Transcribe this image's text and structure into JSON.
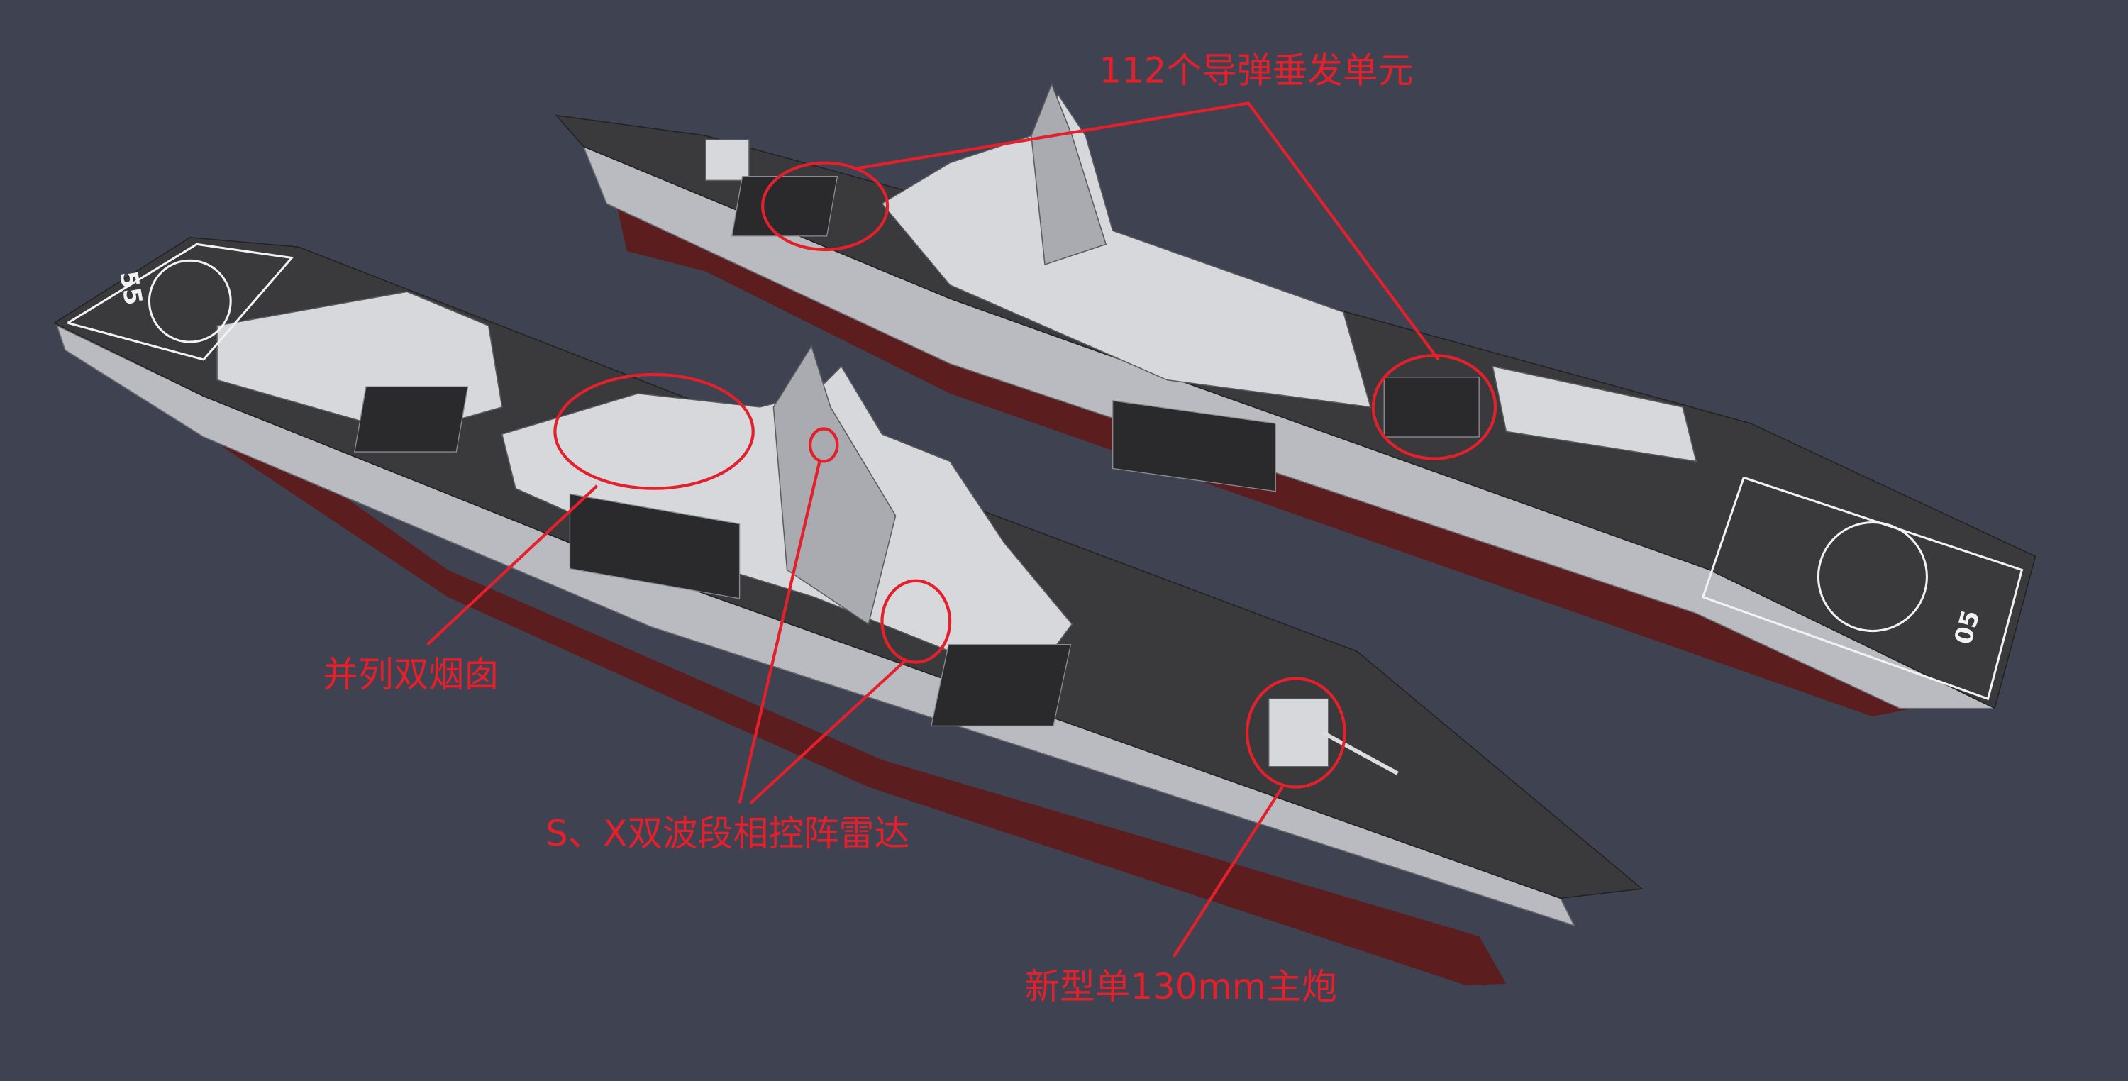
{
  "colors": {
    "background": "#3f4250",
    "annotation": "#e3202b"
  },
  "annotations": {
    "vls": "112个导弹垂发单元",
    "funnels": "并列双烟囱",
    "radar": "S、X双波段相控阵雷达",
    "gun": "新型单130mm主炮"
  },
  "deck_markings": {
    "rear_ship_hull_number": "05",
    "front_ship_hull_number": "55"
  }
}
